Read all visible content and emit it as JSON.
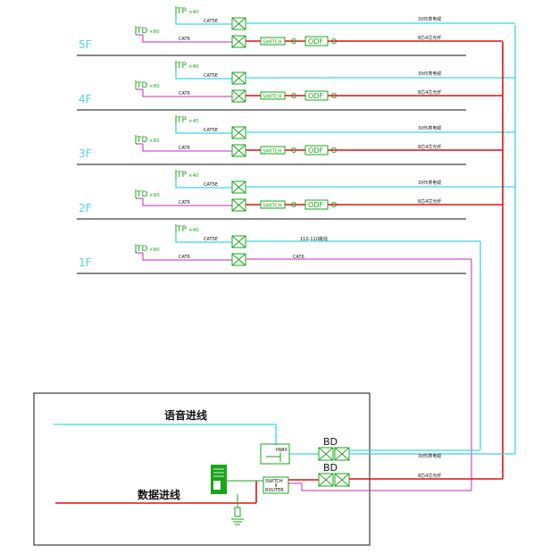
{
  "floors": [
    {
      "label": "5F",
      "tp": "TP",
      "tp_count": "×40",
      "td": "TD",
      "td_count": "×60",
      "cat5e": "CAT5E",
      "cat6": "CAT6",
      "switch": "SWITCH",
      "odf": "ODF",
      "voice_cable": "3对5类电缆",
      "data_cable": "8芯4芯光纤",
      "has_switch": true
    },
    {
      "label": "4F",
      "tp": "TP",
      "tp_count": "×40",
      "td": "TD",
      "td_count": "×60",
      "cat5e": "CAT5E",
      "cat6": "CAT6",
      "switch": "SWITCH",
      "odf": "ODF",
      "voice_cable": "3对5类电缆",
      "data_cable": "8芯4芯光纤",
      "has_switch": true
    },
    {
      "label": "3F",
      "tp": "TP",
      "tp_count": "×40",
      "td": "TD",
      "td_count": "×60",
      "cat5e": "CAT5E",
      "cat6": "CAT6",
      "switch": "SWITCH",
      "odf": "ODF",
      "voice_cable": "3对5类电缆",
      "data_cable": "8芯4芯光纤",
      "has_switch": true
    },
    {
      "label": "2F",
      "tp": "TP",
      "tp_count": "×40",
      "td": "TD",
      "td_count": "×60",
      "cat5e": "CAT5E",
      "cat6": "CAT6",
      "switch": "SWITCH",
      "odf": "ODF",
      "voice_cable": "3对5类电缆",
      "data_cable": "8芯4芯光纤",
      "has_switch": true
    },
    {
      "label": "1F",
      "tp": "TP",
      "tp_count": "×40",
      "td": "TD",
      "td_count": "×60",
      "cat5e": "CAT5E",
      "cat6": "CAT6",
      "mid_cat5e": "110-110跳线",
      "mid_cat6": "CAT6",
      "has_switch": false
    }
  ],
  "bottom": {
    "voice_in": "语音进线",
    "data_in": "数据进线",
    "pabx": "PABX",
    "bd1": "BD",
    "bd2": "BD",
    "switch": "SWITCH",
    "router": "ROUTER",
    "voice_cable": "3对5类电缆",
    "data_cable": "8芯4芯光纤"
  },
  "colors": {
    "cyan": "#39d6e8",
    "magenta": "#c028c0",
    "red": "#e01010",
    "green": "#1aa51a",
    "black": "#111111"
  }
}
